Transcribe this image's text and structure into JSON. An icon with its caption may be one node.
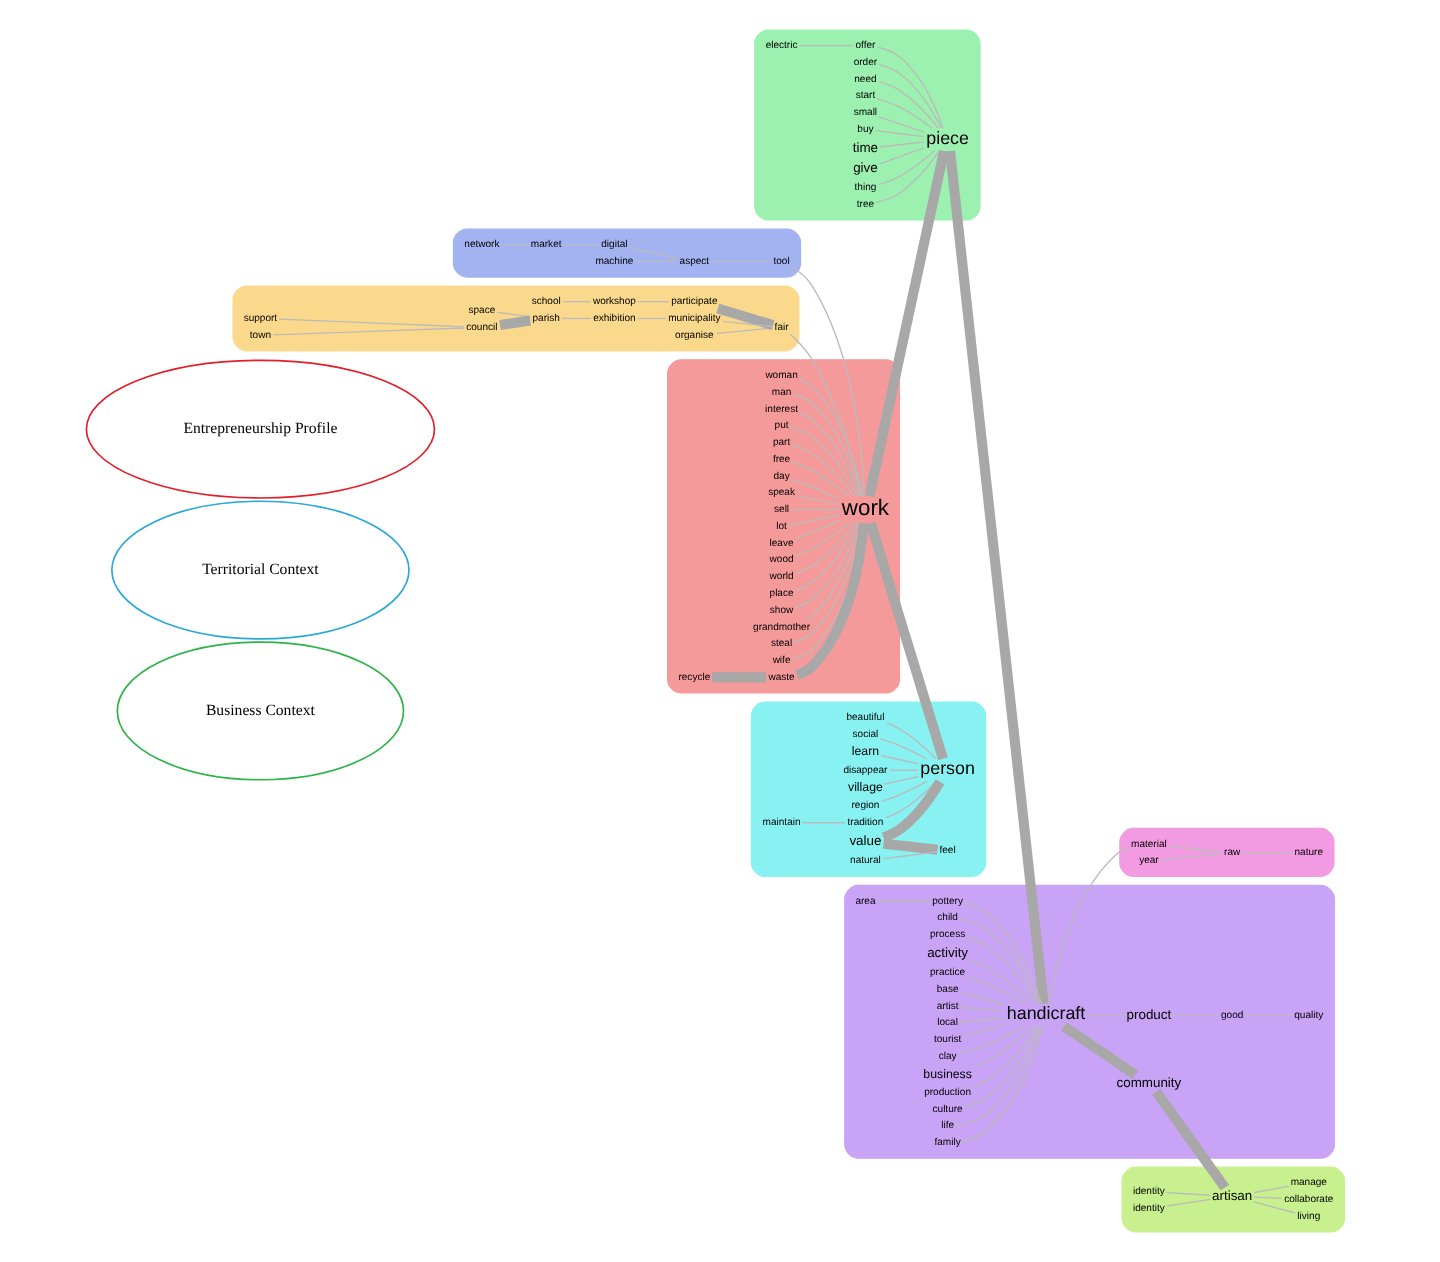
{
  "diagram": {
    "nodes": [
      {
        "text": [
          "Business Context"
        ]
      },
      {
        "text": [
          "Territorial Context"
        ]
      },
      {
        "text": [
          "Entrepreneurship Profile"
        ]
      },
      {
        "text": [],
        "shape": "blob"
      },
      {
        "text": [
          "support"
        ],
        "in": 3
      },
      {
        "text": [
          "space"
        ],
        "in": 3
      },
      {
        "text": [
          "school"
        ],
        "in": 3
      },
      {
        "text": [
          "town"
        ],
        "in": 3
      },
      {
        "text": [
          "council"
        ],
        "in": 3
      },
      {
        "text": [
          "parish"
        ],
        "in": 3
      },
      {
        "text": [
          "workshop"
        ],
        "in": 3
      },
      {
        "text": [
          "organise"
        ],
        "in": 3
      },
      {
        "text": [
          "participate"
        ],
        "in": 3
      },
      {
        "text": [
          "exhibition"
        ],
        "in": 3
      },
      {
        "text": [
          "municipality"
        ],
        "in": 3
      },
      {
        "text": [
          "fair"
        ],
        "in": 3
      },
      {
        "text": [],
        "shape": "blob"
      },
      {
        "text": [
          "network"
        ],
        "in": 16
      },
      {
        "text": [
          "market"
        ],
        "in": 16
      },
      {
        "text": [
          "digital"
        ],
        "in": 16
      },
      {
        "text": [
          "aspect"
        ],
        "in": 16
      },
      {
        "text": [
          "machine"
        ],
        "in": 16
      },
      {
        "text": [
          "tool"
        ],
        "in": 16
      },
      {
        "text": [],
        "shape": "blob"
      },
      {
        "text": [
          "woman"
        ],
        "in": 23
      },
      {
        "text": [
          "man"
        ],
        "in": 23
      },
      {
        "text": [
          "interest"
        ],
        "in": 23
      },
      {
        "text": [
          "put"
        ],
        "in": 23
      },
      {
        "text": [
          "part"
        ],
        "in": 23
      },
      {
        "text": [
          "free"
        ],
        "in": 23
      },
      {
        "text": [
          "day"
        ],
        "in": 23
      },
      {
        "text": [
          "speak"
        ],
        "in": 23
      },
      {
        "text": [
          "sell"
        ],
        "in": 23
      },
      {
        "text": [
          "lot"
        ],
        "in": 23
      },
      {
        "text": [
          "leave"
        ],
        "in": 23
      },
      {
        "text": [
          "wood"
        ],
        "in": 23
      },
      {
        "text": [
          "work"
        ],
        "in": 23
      },
      {
        "text": [
          "world"
        ],
        "in": 23
      },
      {
        "text": [
          "place"
        ],
        "in": 23
      },
      {
        "text": [
          "show"
        ],
        "in": 23
      },
      {
        "text": [
          "grandmother"
        ],
        "in": 23
      },
      {
        "text": [
          "steal"
        ],
        "in": 23
      },
      {
        "text": [
          "wife"
        ],
        "in": 23
      },
      {
        "text": [
          "waste"
        ],
        "in": 23
      },
      {
        "text": [
          "recycle"
        ],
        "in": 23
      },
      {
        "text": [],
        "shape": "blob"
      },
      {
        "text": [
          "electric"
        ],
        "in": 45
      },
      {
        "text": [
          "order"
        ],
        "in": 45
      },
      {
        "text": [
          "need"
        ],
        "in": 45
      },
      {
        "text": [
          "offer"
        ],
        "in": 45
      },
      {
        "text": [
          "start"
        ],
        "in": 45
      },
      {
        "text": [
          "piece"
        ],
        "in": 45
      },
      {
        "text": [
          "small"
        ],
        "in": 45
      },
      {
        "text": [
          "buy"
        ],
        "in": 45
      },
      {
        "text": [
          "time"
        ],
        "in": 45
      },
      {
        "text": [
          "give"
        ],
        "in": 45
      },
      {
        "text": [
          "thing"
        ],
        "in": 45
      },
      {
        "text": [
          "tree"
        ],
        "in": 45
      },
      {
        "text": [],
        "shape": "blob"
      },
      {
        "text": [
          "pottery"
        ],
        "in": 58
      },
      {
        "text": [
          "area"
        ],
        "in": 58
      },
      {
        "text": [
          "child"
        ],
        "in": 58
      },
      {
        "text": [
          "process"
        ],
        "in": 58
      },
      {
        "text": [
          "activity"
        ],
        "in": 58
      },
      {
        "text": [
          "practice"
        ],
        "in": 58
      },
      {
        "text": [
          "base"
        ],
        "in": 58
      },
      {
        "text": [
          "artist"
        ],
        "in": 58
      },
      {
        "text": [
          "handicraft"
        ],
        "in": 58
      },
      {
        "text": [
          "community"
        ],
        "in": 58
      },
      {
        "text": [
          "local"
        ],
        "in": 58
      },
      {
        "text": [
          "tourist"
        ],
        "in": 58
      },
      {
        "text": [
          "clay"
        ],
        "in": 58
      },
      {
        "text": [
          "business"
        ],
        "in": 58
      },
      {
        "text": [
          "production"
        ],
        "in": 58
      },
      {
        "text": [
          "culture"
        ],
        "in": 58
      },
      {
        "text": [
          "life"
        ],
        "in": 58
      },
      {
        "text": [
          "family"
        ],
        "in": 58
      },
      {
        "text": [
          "product"
        ],
        "in": 58
      },
      {
        "text": [
          "good"
        ],
        "in": 58
      },
      {
        "text": [
          "quality"
        ],
        "in": 58
      },
      {
        "text": [],
        "shape": "blob"
      },
      {
        "text": [
          "living"
        ],
        "in": 80
      },
      {
        "text": [
          "identity"
        ],
        "in": 80
      },
      {
        "text": [
          "artisan"
        ],
        "in": 80
      },
      {
        "text": [
          "collaborate"
        ],
        "in": 80
      },
      {
        "text": [
          "identity"
        ],
        "in": 80
      },
      {
        "text": [
          "manage"
        ],
        "in": 80
      },
      {
        "text": [],
        "shape": "blob"
      },
      {
        "text": [
          "beautiful"
        ],
        "in": 87
      },
      {
        "text": [
          "social"
        ],
        "in": 87
      },
      {
        "text": [
          "person"
        ],
        "in": 87
      },
      {
        "text": [
          "learn"
        ],
        "in": 87
      },
      {
        "text": [
          "disappear"
        ],
        "in": 87
      },
      {
        "text": [
          "village"
        ],
        "in": 87
      },
      {
        "text": [
          "tradition"
        ],
        "in": 87
      },
      {
        "text": [
          "region"
        ],
        "in": 87
      },
      {
        "text": [
          "value"
        ],
        "in": 87
      },
      {
        "text": [
          "maintain"
        ],
        "in": 87
      },
      {
        "text": [
          "feel"
        ],
        "in": 87
      },
      {
        "text": [
          "natural"
        ],
        "in": 87
      },
      {
        "text": [],
        "shape": "blob"
      },
      {
        "text": [
          "material"
        ],
        "in": 100
      },
      {
        "text": [
          "raw"
        ],
        "in": 100
      },
      {
        "text": [
          "year"
        ],
        "in": 100
      },
      {
        "text": [
          "nature"
        ],
        "in": 100
      }
    ],
    "edges": [
      {
        "from": 4,
        "to": 8,
        "arrow": "none"
      },
      {
        "from": 7,
        "to": 8,
        "arrow": "none"
      },
      {
        "from": 8,
        "to": 9,
        "arrow": "none",
        "style": "thick"
      },
      {
        "from": 5,
        "to": 9,
        "arrow": "none"
      },
      {
        "from": 9,
        "to": 13,
        "arrow": "none"
      },
      {
        "from": 13,
        "to": 14,
        "arrow": "none"
      },
      {
        "from": 14,
        "to": 15,
        "arrow": "none"
      },
      {
        "from": 6,
        "to": 10,
        "arrow": "none"
      },
      {
        "from": 10,
        "to": 12,
        "arrow": "none"
      },
      {
        "from": 12,
        "to": 15,
        "arrow": "none",
        "style": "thick"
      },
      {
        "from": 11,
        "to": 15,
        "arrow": "none"
      },
      {
        "from": 15,
        "to": 36,
        "arrow": "none"
      },
      {
        "from": 17,
        "to": 18,
        "arrow": "none"
      },
      {
        "from": 18,
        "to": 19,
        "arrow": "none"
      },
      {
        "from": 19,
        "to": 20,
        "arrow": "none"
      },
      {
        "from": 21,
        "to": 20,
        "arrow": "none"
      },
      {
        "from": 20,
        "to": 22,
        "arrow": "none"
      },
      {
        "from": 22,
        "to": 36,
        "arrow": "none"
      },
      {
        "from": 24,
        "to": 36,
        "arrow": "none"
      },
      {
        "from": 25,
        "to": 36,
        "arrow": "none"
      },
      {
        "from": 26,
        "to": 36,
        "arrow": "none"
      },
      {
        "from": 27,
        "to": 36,
        "arrow": "none"
      },
      {
        "from": 28,
        "to": 36,
        "arrow": "none"
      },
      {
        "from": 29,
        "to": 36,
        "arrow": "none"
      },
      {
        "from": 30,
        "to": 36,
        "arrow": "none"
      },
      {
        "from": 31,
        "to": 36,
        "arrow": "none"
      },
      {
        "from": 32,
        "to": 36,
        "arrow": "none"
      },
      {
        "from": 33,
        "to": 36,
        "arrow": "none"
      },
      {
        "from": 34,
        "to": 36,
        "arrow": "none"
      },
      {
        "from": 35,
        "to": 36,
        "arrow": "none"
      },
      {
        "from": 37,
        "to": 36,
        "arrow": "none"
      },
      {
        "from": 38,
        "to": 36,
        "arrow": "none"
      },
      {
        "from": 39,
        "to": 36,
        "arrow": "none"
      },
      {
        "from": 40,
        "to": 36,
        "arrow": "none"
      },
      {
        "from": 41,
        "to": 36,
        "arrow": "none"
      },
      {
        "from": 42,
        "to": 36,
        "arrow": "none"
      },
      {
        "from": 43,
        "to": 36,
        "arrow": "none",
        "style": "thick"
      },
      {
        "from": 44,
        "to": 43,
        "arrow": "none",
        "style": "thick"
      },
      {
        "from": 36,
        "to": 90,
        "arrow": "none",
        "style": "thick"
      },
      {
        "from": 36,
        "to": 51,
        "arrow": "none",
        "style": "thick"
      },
      {
        "from": 46,
        "to": 49,
        "arrow": "none"
      },
      {
        "from": 47,
        "to": 51,
        "arrow": "none"
      },
      {
        "from": 48,
        "to": 51,
        "arrow": "none"
      },
      {
        "from": 49,
        "to": 51,
        "arrow": "none"
      },
      {
        "from": 50,
        "to": 51,
        "arrow": "none"
      },
      {
        "from": 52,
        "to": 51,
        "arrow": "none"
      },
      {
        "from": 53,
        "to": 51,
        "arrow": "none"
      },
      {
        "from": 54,
        "to": 51,
        "arrow": "none"
      },
      {
        "from": 55,
        "to": 51,
        "arrow": "none"
      },
      {
        "from": 56,
        "to": 51,
        "arrow": "none"
      },
      {
        "from": 57,
        "to": 51,
        "arrow": "none"
      },
      {
        "from": 51,
        "to": 67,
        "arrow": "none",
        "style": "thick"
      },
      {
        "from": 59,
        "to": 67,
        "arrow": "none"
      },
      {
        "from": 60,
        "to": 59,
        "arrow": "none"
      },
      {
        "from": 61,
        "to": 67,
        "arrow": "none"
      },
      {
        "from": 62,
        "to": 67,
        "arrow": "none"
      },
      {
        "from": 63,
        "to": 67,
        "arrow": "none"
      },
      {
        "from": 64,
        "to": 67,
        "arrow": "none"
      },
      {
        "from": 65,
        "to": 67,
        "arrow": "none"
      },
      {
        "from": 66,
        "to": 67,
        "arrow": "none"
      },
      {
        "from": 67,
        "to": 68,
        "arrow": "none",
        "style": "thick"
      },
      {
        "from": 69,
        "to": 67,
        "arrow": "none"
      },
      {
        "from": 70,
        "to": 67,
        "arrow": "none"
      },
      {
        "from": 71,
        "to": 67,
        "arrow": "none"
      },
      {
        "from": 72,
        "to": 67,
        "arrow": "none"
      },
      {
        "from": 73,
        "to": 67,
        "arrow": "none"
      },
      {
        "from": 74,
        "to": 67,
        "arrow": "none"
      },
      {
        "from": 75,
        "to": 67,
        "arrow": "none"
      },
      {
        "from": 76,
        "to": 67,
        "arrow": "none"
      },
      {
        "from": 67,
        "to": 77,
        "arrow": "none"
      },
      {
        "from": 77,
        "to": 78,
        "arrow": "none"
      },
      {
        "from": 78,
        "to": 79,
        "arrow": "none"
      },
      {
        "from": 67,
        "to": 101,
        "arrow": "none"
      },
      {
        "from": 68,
        "to": 83,
        "arrow": "none",
        "style": "thick"
      },
      {
        "from": 82,
        "to": 83,
        "arrow": "none"
      },
      {
        "from": 83,
        "to": 81,
        "arrow": "none"
      },
      {
        "from": 83,
        "to": 84,
        "arrow": "none"
      },
      {
        "from": 83,
        "to": 86,
        "arrow": "none"
      },
      {
        "from": 85,
        "to": 83,
        "arrow": "none"
      },
      {
        "from": 88,
        "to": 90,
        "arrow": "none"
      },
      {
        "from": 89,
        "to": 90,
        "arrow": "none"
      },
      {
        "from": 91,
        "to": 90,
        "arrow": "none"
      },
      {
        "from": 92,
        "to": 90,
        "arrow": "none"
      },
      {
        "from": 93,
        "to": 90,
        "arrow": "none"
      },
      {
        "from": 94,
        "to": 90,
        "arrow": "none"
      },
      {
        "from": 95,
        "to": 90,
        "arrow": "none"
      },
      {
        "from": 96,
        "to": 90,
        "arrow": "none",
        "style": "thick"
      },
      {
        "from": 97,
        "to": 94,
        "arrow": "none"
      },
      {
        "from": 96,
        "to": 98,
        "arrow": "none",
        "style": "thick"
      },
      {
        "from": 99,
        "to": 98,
        "arrow": "none"
      },
      {
        "from": 101,
        "to": 102,
        "arrow": "none"
      },
      {
        "from": 102,
        "to": 104,
        "arrow": "none"
      },
      {
        "from": 103,
        "to": 102,
        "arrow": "none"
      }
    ]
  }
}
